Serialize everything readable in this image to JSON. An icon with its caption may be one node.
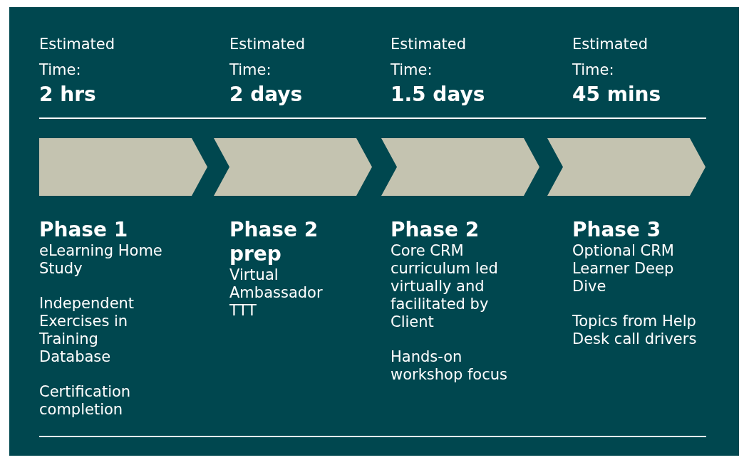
{
  "diagram": {
    "nodes": [
      {
        "text": [],
        "shape": "chevron",
        "beside": [
          "Estimated Time:",
          "2 hrs",
          "Phase 1",
          "eLearning Home Study",
          "Independent Exercises in Training Database",
          "Certification completion"
        ]
      },
      {
        "text": [],
        "shape": "chevron",
        "beside": [
          "Estimated Time:",
          "2 days",
          "Phase 2 prep",
          "Virtual Ambassador TTT"
        ]
      },
      {
        "text": [],
        "shape": "chevron",
        "beside": [
          "Estimated Time:",
          "1.5 days",
          "Phase 2",
          "Core CRM curriculum led virtually and facilitated by Client",
          "Hands-on workshop focus"
        ]
      },
      {
        "text": [],
        "shape": "chevron",
        "beside": [
          "Estimated Time:",
          "45 mins",
          "Phase 3",
          "Optional CRM Learner Deep Dive",
          "Topics from Help Desk call drivers"
        ]
      }
    ]
  }
}
